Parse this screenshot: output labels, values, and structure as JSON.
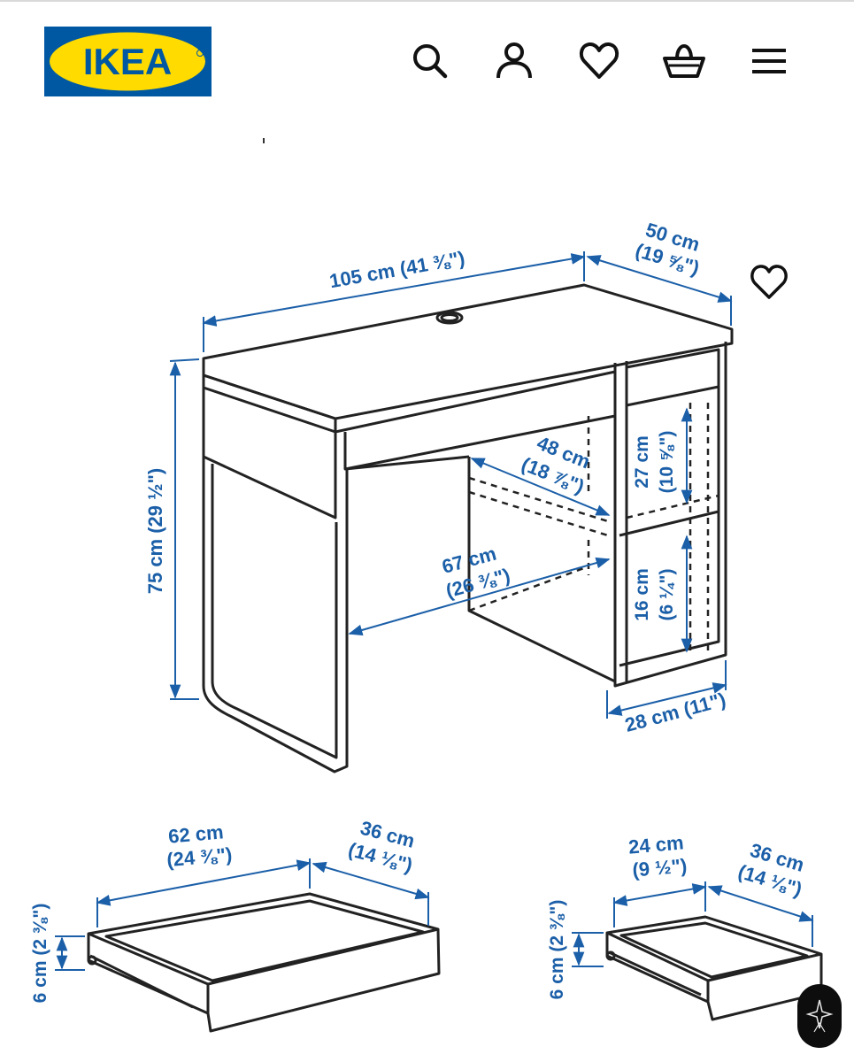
{
  "header": {
    "logo_text": "IKEA",
    "icons": [
      "search-icon",
      "user-icon",
      "heart-icon",
      "basket-icon",
      "menu-icon"
    ]
  },
  "colors": {
    "brand_blue": "#0058a3",
    "brand_yellow": "#ffdb00",
    "dimension_blue": "#1b5fa8",
    "line": "#222222"
  },
  "desk": {
    "width": "105 cm (41 ⅜\")",
    "depth_cm": "50 cm",
    "depth_in": "(19 ⅝\")",
    "height": "75 cm (29 ½\")",
    "shelf_depth_cm": "48 cm",
    "shelf_depth_in": "(18 ⅞\")",
    "knee_width_cm": "67 cm",
    "knee_width_in": "(26 ⅜\")",
    "upper_height_cm": "27 cm",
    "upper_height_in": "(10 ⅝\")",
    "lower_height_cm": "16 cm",
    "lower_height_in": "(6 ¼\")",
    "cabinet_depth": "28 cm (11\")"
  },
  "drawer_large": {
    "width_cm": "62 cm",
    "width_in": "(24 ⅜\")",
    "depth_cm": "36 cm",
    "depth_in": "(14 ⅛\")",
    "height": "6 cm (2 ⅜\")"
  },
  "drawer_small": {
    "width_cm": "24 cm",
    "width_in": "(9 ½\")",
    "depth_cm": "36 cm",
    "depth_in": "(14 ⅛\")",
    "height": "6 cm (2 ⅜\")"
  }
}
